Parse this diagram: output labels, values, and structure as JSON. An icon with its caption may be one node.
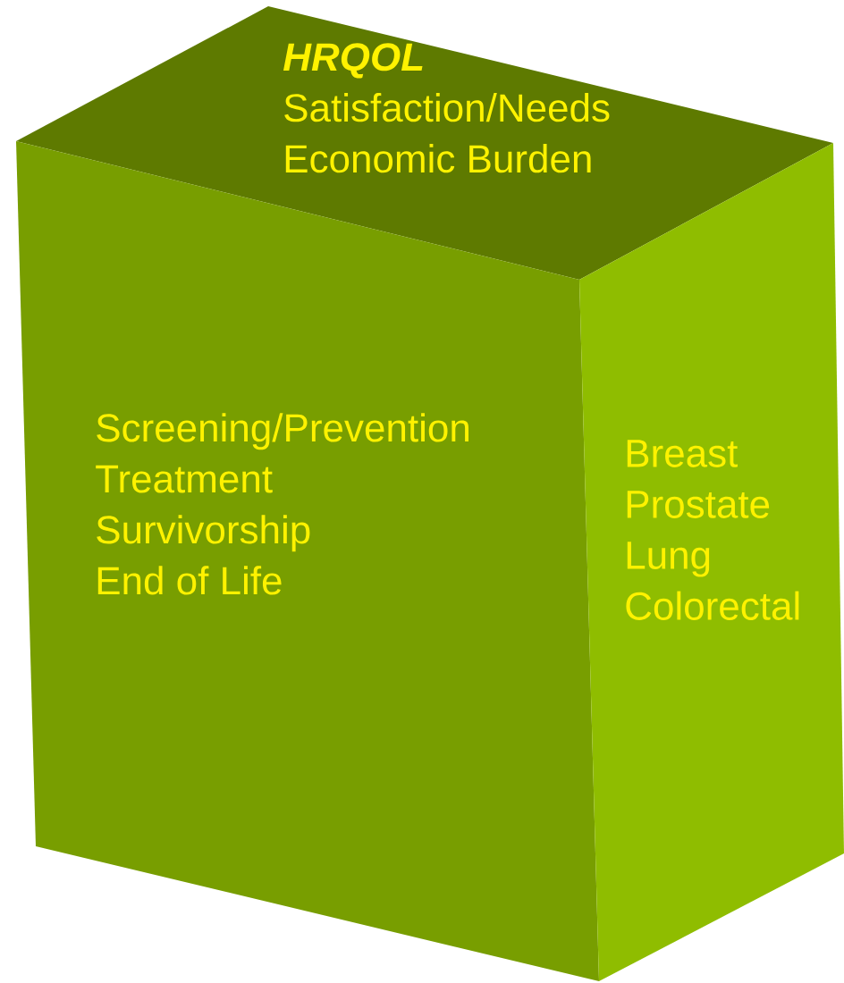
{
  "diagram": {
    "nodes": [
      {
        "text": [
          "HRQOL",
          "Satisfaction/Needs",
          "Economic Burden"
        ]
      },
      {
        "text": [
          "Screening/Prevention",
          "Treatment",
          "Survivorship",
          "End of Life"
        ]
      },
      {
        "text": [
          "Breast",
          "Prostate",
          "Lung",
          "Colorectal"
        ]
      }
    ]
  }
}
